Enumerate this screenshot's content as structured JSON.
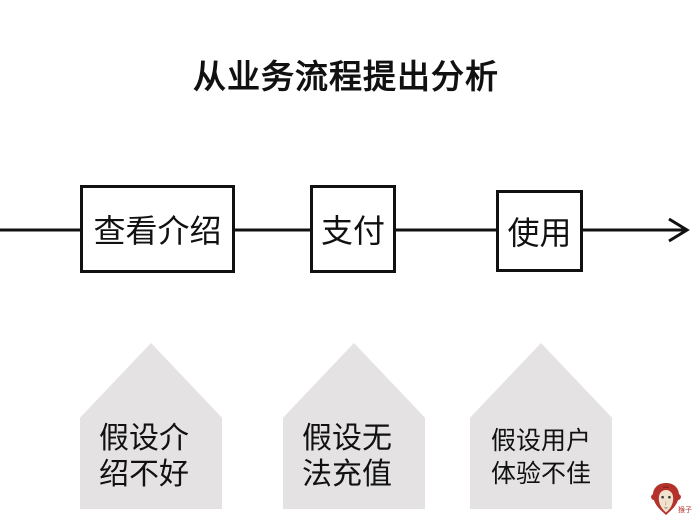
{
  "slide": {
    "title": "从业务流程提出分析"
  },
  "flow": {
    "steps": [
      {
        "label": "查看介绍"
      },
      {
        "label": "支付"
      },
      {
        "label": "使用"
      }
    ],
    "arrow_icon": "arrow-right-icon"
  },
  "hypotheses": [
    {
      "text": "假设介\n绍不好"
    },
    {
      "text": "假设无\n法充值"
    },
    {
      "text": "假设用户\n体验不佳"
    }
  ],
  "logo": {
    "icon": "monkey-face-icon",
    "label": "猴子"
  },
  "colors": {
    "background": "#ffffff",
    "stroke": "#111111",
    "hypothesis_fill": "#e4e2e2",
    "logo_red": "#b5322c",
    "logo_face": "#f0e2cd"
  }
}
